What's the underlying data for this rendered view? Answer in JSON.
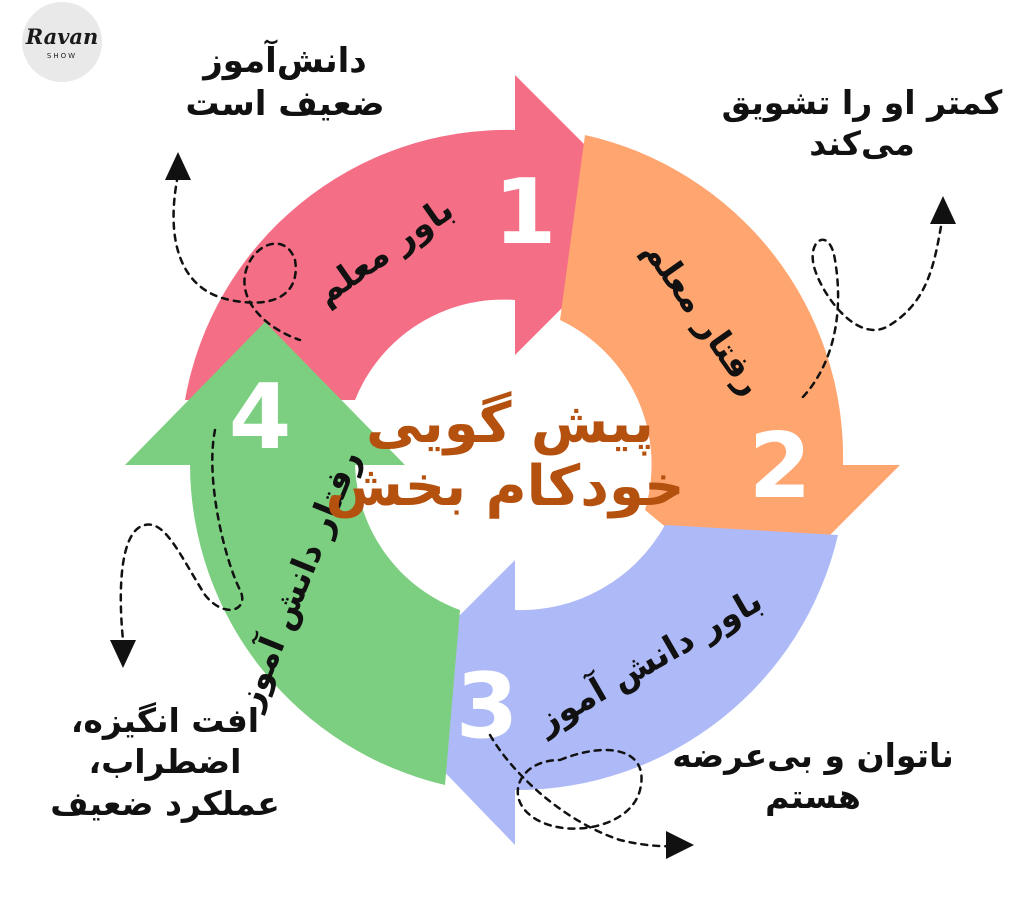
{
  "logo": {
    "name": "Ravan",
    "sub": "SHOW"
  },
  "center": {
    "line1": "پیش گویی",
    "line2": "خودکام بخش",
    "color": "#b5510f"
  },
  "segments": [
    {
      "number": "1",
      "label": "باور معلم",
      "color": "#f46f86"
    },
    {
      "number": "2",
      "label": "رفتار معلم",
      "color": "#ffa670"
    },
    {
      "number": "3",
      "label": "باور دانش آموز",
      "color": "#aebaf7"
    },
    {
      "number": "4",
      "label": "رفتار دانش آموز",
      "color": "#7ccf80"
    }
  ],
  "notes": {
    "n1": [
      "دانش‌آموز",
      "ضعیف است"
    ],
    "n2": [
      "کمتر او را تشویق",
      "می‌کند"
    ],
    "n3": [
      "ناتوان و بی‌عرضه",
      "هستم"
    ],
    "n4": [
      "افت انگیزه،",
      "اضطراب،",
      "عملکرد ضعیف"
    ]
  }
}
